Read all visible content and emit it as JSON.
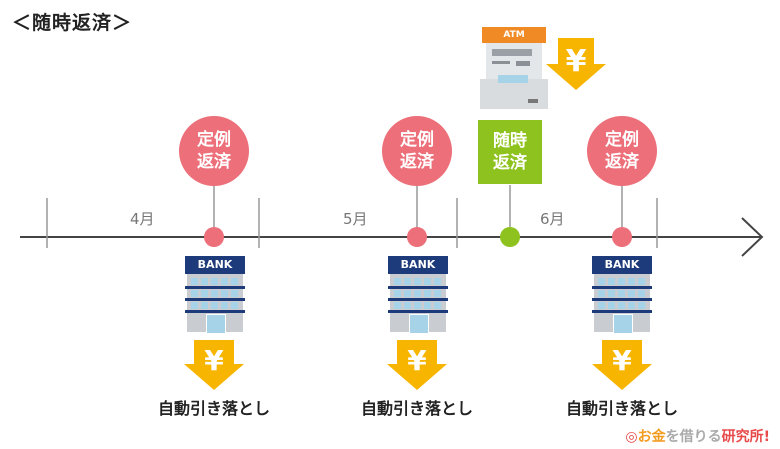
{
  "title": "＜随時返済＞",
  "months": [
    "4月",
    "5月",
    "6月"
  ],
  "regular_label": "定例\n返済",
  "anytime_label": "随時\n返済",
  "atm_label": "ATM",
  "bank_label": "BANK",
  "debit_label": "自動引き落とし",
  "yen_symbol": "¥",
  "logo": {
    "part1": "お金",
    "part2": "を借りる",
    "part3": "研究所!"
  },
  "colors": {
    "regular": "#ec6f79",
    "anytime": "#8dc21f",
    "arrow": "#f7b500",
    "bank": "#1d3a7a",
    "atm": "#f08a24"
  }
}
